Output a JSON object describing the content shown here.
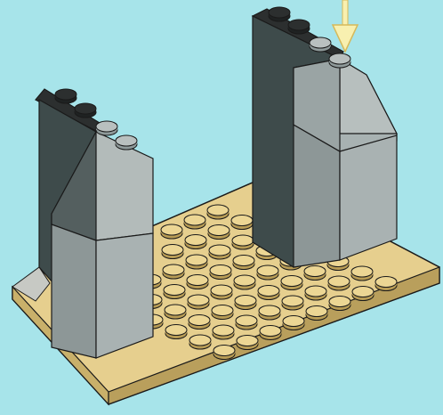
{
  "scene": {
    "description_hidden": "",
    "colors": {
      "background": "#a7e4ea",
      "baseplate": "#e6cf8e",
      "baseplate_dark": "#c9b06a",
      "stud_top": "#ecd694",
      "stud_side": "#b89c55",
      "brick_light": "#a8b2b2",
      "brick_mid": "#8f9a9a",
      "brick_dark": "#425252",
      "brick_black": "#2c2f2f",
      "arrow": "#f8f0b0",
      "arrow_outline": "#d6b95a"
    },
    "parts": [
      {
        "name": "baseplate",
        "color": "tan"
      },
      {
        "name": "left-wall-slope",
        "color": "light-bluish-gray"
      },
      {
        "name": "left-wall-brick",
        "color": "light-bluish-gray"
      },
      {
        "name": "right-wall-slope",
        "color": "light-bluish-gray"
      },
      {
        "name": "right-wall-brick",
        "color": "light-bluish-gray"
      }
    ],
    "indicator": {
      "icon": "down-arrow-icon"
    }
  }
}
